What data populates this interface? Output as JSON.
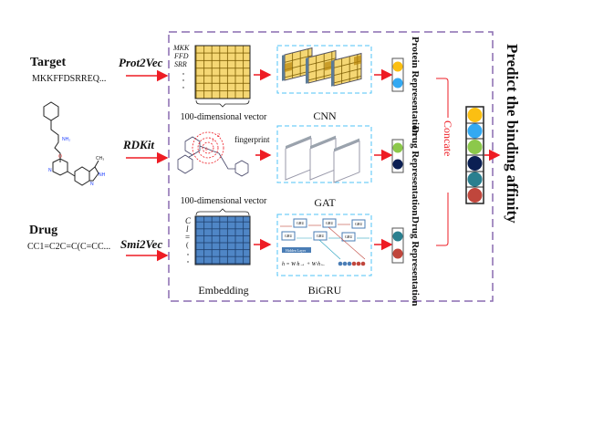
{
  "inputs": {
    "target_label": "Target",
    "target_sequence": "MKKFFDSRREQ...",
    "drug_label": "Drug",
    "drug_smiles": "CC1=C2C=C(C=CC..."
  },
  "encoders": {
    "protein": "Prot2Vec",
    "graph": "RDKit",
    "smiles": "Smi2Vec"
  },
  "protein_tokens": [
    "MKK",
    "FFD",
    "SRR"
  ],
  "smiles_tokens": [
    "C",
    "l",
    "=",
    "("
  ],
  "labels": {
    "vector_top": "100-dimensional vector",
    "vector_mid": "100-dimensional vector",
    "fingerprint": "fingerprint",
    "embedding": "Embedding",
    "cnn": "CNN",
    "gat": "GAT",
    "bigru": "BiGRU",
    "gru": "GRU",
    "hidden_layer": "Hidden Layer",
    "protein_rep": "Protein Representation",
    "drug_rep_1": "Drug Representation",
    "drug_rep_2": "Drug Representation",
    "concate": "Concate",
    "predict": "Predict the binding affinity"
  },
  "colors": {
    "arrow": "#ee1c24",
    "dashed_frame": "#8a6bb0",
    "module_frame": "#4fc3f7",
    "protein_grid": "#f5d774",
    "smiles_grid": "#4f86c6",
    "circles": [
      "#fbbf12",
      "#33a9f2",
      "#8cc84b",
      "#0b1f53",
      "#2a7f8f",
      "#c0463c"
    ]
  }
}
